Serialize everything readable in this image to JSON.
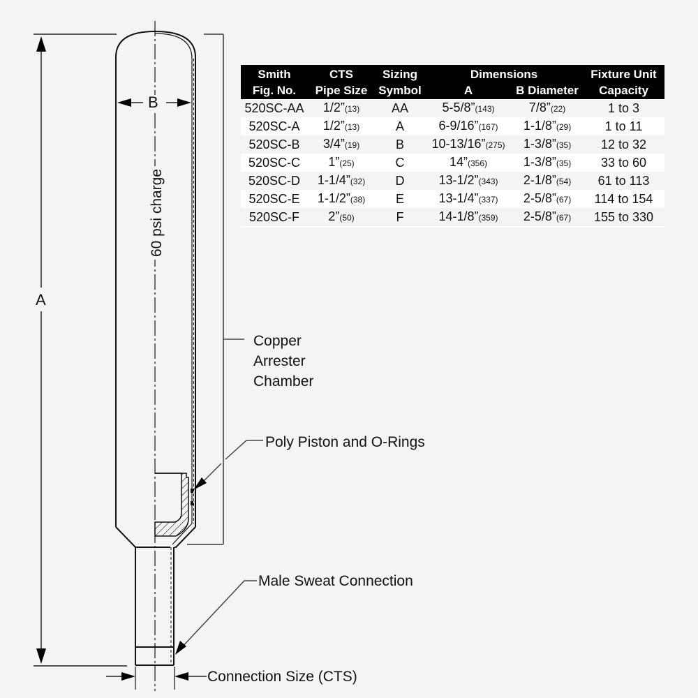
{
  "diagram": {
    "title": "Copper water hammer arrester cross-section",
    "dimension_labels": {
      "overall_length": "A",
      "diameter": "B"
    },
    "charge_label": "60 psi charge",
    "callouts": [
      {
        "id": "chamber",
        "text": "Copper\nArrester\nChamber"
      },
      {
        "id": "piston",
        "text": "Poly Piston and O-Rings"
      },
      {
        "id": "sweat",
        "text": "Male Sweat Connection"
      },
      {
        "id": "connection",
        "text": "Connection Size (CTS)"
      }
    ],
    "colors": {
      "background": "#f4f4f4",
      "line": "#111111",
      "leader": "#555555",
      "table_header_bg": "#000000",
      "table_header_text": "#ffffff"
    }
  },
  "table": {
    "headers": {
      "row1": {
        "fig": "Smith",
        "cts": "CTS",
        "symbol": "Sizing",
        "dimensions": "Dimensions",
        "capacity": "Fixture Unit"
      },
      "row2": {
        "fig": "Fig. No.",
        "cts": "Pipe Size",
        "symbol": "Symbol",
        "a": "A",
        "b": "B Diameter",
        "capacity": "Capacity"
      }
    },
    "rows": [
      {
        "fig": "520SC-AA",
        "cts": "1/2”",
        "cts_mm": "(13)",
        "symbol": "AA",
        "a": "5-5/8”",
        "a_mm": "(143)",
        "b": "7/8”",
        "b_mm": "(22)",
        "capacity": "1 to 3"
      },
      {
        "fig": "520SC-A",
        "cts": "1/2”",
        "cts_mm": "(13)",
        "symbol": "A",
        "a": "6-9/16”",
        "a_mm": "(167)",
        "b": "1-1/8”",
        "b_mm": "(29)",
        "capacity": "1 to 11"
      },
      {
        "fig": "520SC-B",
        "cts": "3/4”",
        "cts_mm": "(19)",
        "symbol": "B",
        "a": "10-13/16”",
        "a_mm": "(275)",
        "b": "1-3/8”",
        "b_mm": "(35)",
        "capacity": "12 to 32"
      },
      {
        "fig": "520SC-C",
        "cts": "1”",
        "cts_mm": "(25)",
        "symbol": "C",
        "a": "14”",
        "a_mm": "(356)",
        "b": "1-3/8”",
        "b_mm": "(35)",
        "capacity": "33 to 60"
      },
      {
        "fig": "520SC-D",
        "cts": "1-1/4”",
        "cts_mm": "(32)",
        "symbol": "D",
        "a": "13-1/2”",
        "a_mm": "(343)",
        "b": "2-1/8”",
        "b_mm": "(54)",
        "capacity": "61 to 113"
      },
      {
        "fig": "520SC-E",
        "cts": "1-1/2”",
        "cts_mm": "(38)",
        "symbol": "E",
        "a": "13-1/4”",
        "a_mm": "(337)",
        "b": "2-5/8”",
        "b_mm": "(67)",
        "capacity": "114 to 154"
      },
      {
        "fig": "520SC-F",
        "cts": "2”",
        "cts_mm": "(50)",
        "symbol": "F",
        "a": "14-1/8”",
        "a_mm": "(359)",
        "b": "2-5/8”",
        "b_mm": "(67)",
        "capacity": "155 to 330"
      }
    ]
  }
}
